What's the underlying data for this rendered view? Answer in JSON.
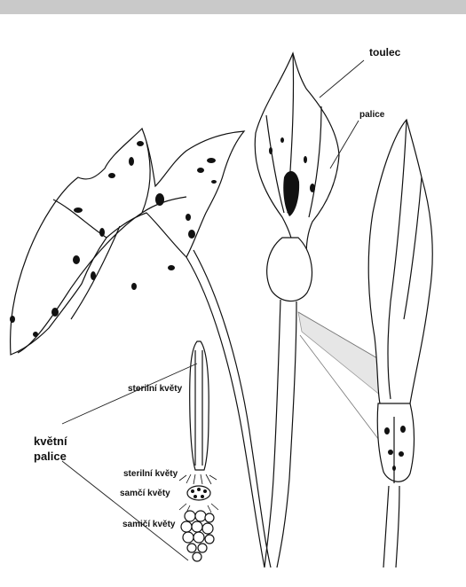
{
  "labels": {
    "toulec": "toulec",
    "palice": "palice",
    "kvetni": "květní",
    "palice_big": "palice",
    "sterilni_top": "sterilní květy",
    "sterilni_bottom": "sterilní květy",
    "samci": "samčí květy",
    "samici": "samičí květy"
  }
}
